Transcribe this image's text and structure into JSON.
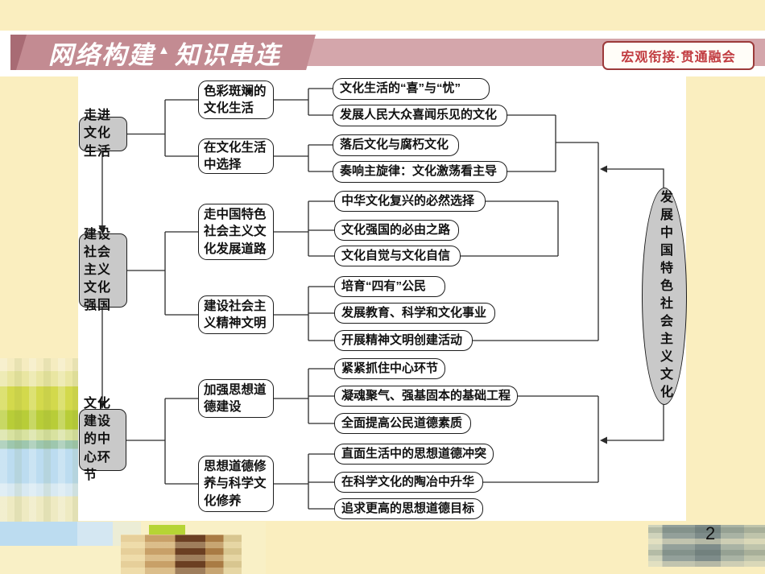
{
  "header": {
    "title_left": "网络构建",
    "title_sep": "▲",
    "title_right": "知识串连",
    "badge": "宏观衔接·贯通融会"
  },
  "page_number": "2",
  "colors": {
    "background": "#faeebf",
    "ribbon": "#c38b92",
    "ribbon_fold": "#a86b74",
    "ribbon_strip": "#d4a6ab",
    "badge_border": "#9c3a3a",
    "badge_text": "#c13b40",
    "node_fill_gray": "#c9c9c9",
    "node_fill_white": "#ffffff",
    "connector_line": "#2b2b2b"
  },
  "diagram": {
    "roots": [
      {
        "label": "走进文化生活"
      },
      {
        "label": "建设社会主义文化强国"
      },
      {
        "label": "文化建设的中心环节"
      }
    ],
    "mids": [
      {
        "label": "色彩斑斓的文化生活"
      },
      {
        "label": "在文化生活中选择"
      },
      {
        "label": "走中国特色社会主义文化发展道路"
      },
      {
        "label": "建设社会主义精神文明"
      },
      {
        "label": "加强思想道德建设"
      },
      {
        "label": "思想道德修养与科学文化修养"
      }
    ],
    "leaves": [
      {
        "label": "文化生活的“喜”与“忧”"
      },
      {
        "label": "发展人民大众喜闻乐见的文化"
      },
      {
        "label": "落后文化与腐朽文化"
      },
      {
        "label": "奏响主旋律：文化激荡看主导"
      },
      {
        "label": "中华文化复兴的必然选择"
      },
      {
        "label": "文化强国的必由之路"
      },
      {
        "label": "文化自觉与文化自信"
      },
      {
        "label": "培育“四有”公民"
      },
      {
        "label": "发展教育、科学和文化事业"
      },
      {
        "label": "开展精神文明创建活动"
      },
      {
        "label": "紧紧抓住中心环节"
      },
      {
        "label": "凝魂聚气、强基固本的基础工程"
      },
      {
        "label": "全面提高公民道德素质"
      },
      {
        "label": "直面生活中的思想道德冲突"
      },
      {
        "label": "在科学文化的陶冶中升华"
      },
      {
        "label": "追求更高的思想道德目标"
      }
    ],
    "summary": {
      "label": "发展中国特色社会主义文化"
    }
  }
}
